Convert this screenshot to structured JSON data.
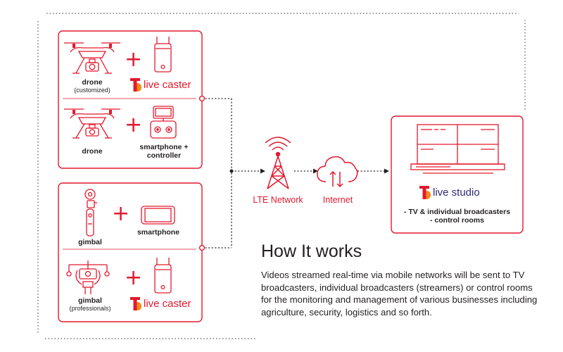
{
  "colors": {
    "accent": "#e2192e",
    "text": "#231f20",
    "studio_text": "#2b2a7a"
  },
  "top_group": {
    "row1": {
      "device": "drone",
      "device_sub": "(customized)",
      "brand_text": "live caster"
    },
    "row2": {
      "device": "drone",
      "device2_line1": "smartphone +",
      "device2_line2": "controller"
    }
  },
  "bottom_group": {
    "row1": {
      "device": "gimbal",
      "device2": "smartphone"
    },
    "row2": {
      "device": "gimbal",
      "device_sub": "(professionals)",
      "brand_text": "live caster"
    }
  },
  "network": {
    "lte_label": "LTE Network",
    "internet_label": "Internet"
  },
  "studio": {
    "brand_text": "live studio",
    "desc_line1": "- TV & individual broadcasters",
    "desc_line2": "- control rooms"
  },
  "how": {
    "title": "How It works",
    "body": "Videos streamed real-time via mobile networks will be sent to TV broadcasters, individual broadcasters (streamers) or control rooms for the monitoring and management of various businesses including agriculture, security, logistics and so forth."
  },
  "icons": [
    "drone-icon",
    "transmitter-icon",
    "smartphone-controller-icon",
    "gimbal-icon",
    "smartphone-icon",
    "professional-gimbal-icon",
    "lte-tower-icon",
    "cloud-icon",
    "monitor-icon",
    "t-logo-icon"
  ]
}
